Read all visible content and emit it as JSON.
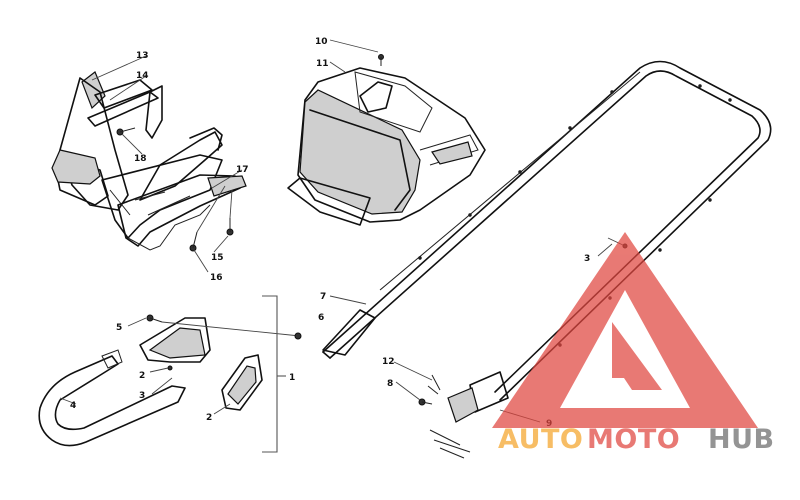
{
  "diagram": {
    "callouts": [
      {
        "id": "c13",
        "label": "13"
      },
      {
        "id": "c14",
        "label": "14"
      },
      {
        "id": "c18",
        "label": "18"
      },
      {
        "id": "c17",
        "label": "17"
      },
      {
        "id": "c15",
        "label": "15"
      },
      {
        "id": "c16",
        "label": "16"
      },
      {
        "id": "c10",
        "label": "10"
      },
      {
        "id": "c11",
        "label": "11"
      },
      {
        "id": "c7",
        "label": "7"
      },
      {
        "id": "c6",
        "label": "6"
      },
      {
        "id": "c5",
        "label": "5"
      },
      {
        "id": "c1",
        "label": "1"
      },
      {
        "id": "c2a",
        "label": "2"
      },
      {
        "id": "c3a",
        "label": "3"
      },
      {
        "id": "c4",
        "label": "4"
      },
      {
        "id": "c2b",
        "label": "2"
      },
      {
        "id": "c3b",
        "label": "3"
      },
      {
        "id": "c12",
        "label": "12"
      },
      {
        "id": "c8",
        "label": "8"
      },
      {
        "id": "c9",
        "label": "9"
      }
    ]
  },
  "watermark": {
    "part1": "AUTO",
    "part2": "MOTO",
    "part3": "HUB",
    "color_red": "#e0463f",
    "color_orange": "#f4a52a",
    "color_grey": "#6b6b6b"
  }
}
